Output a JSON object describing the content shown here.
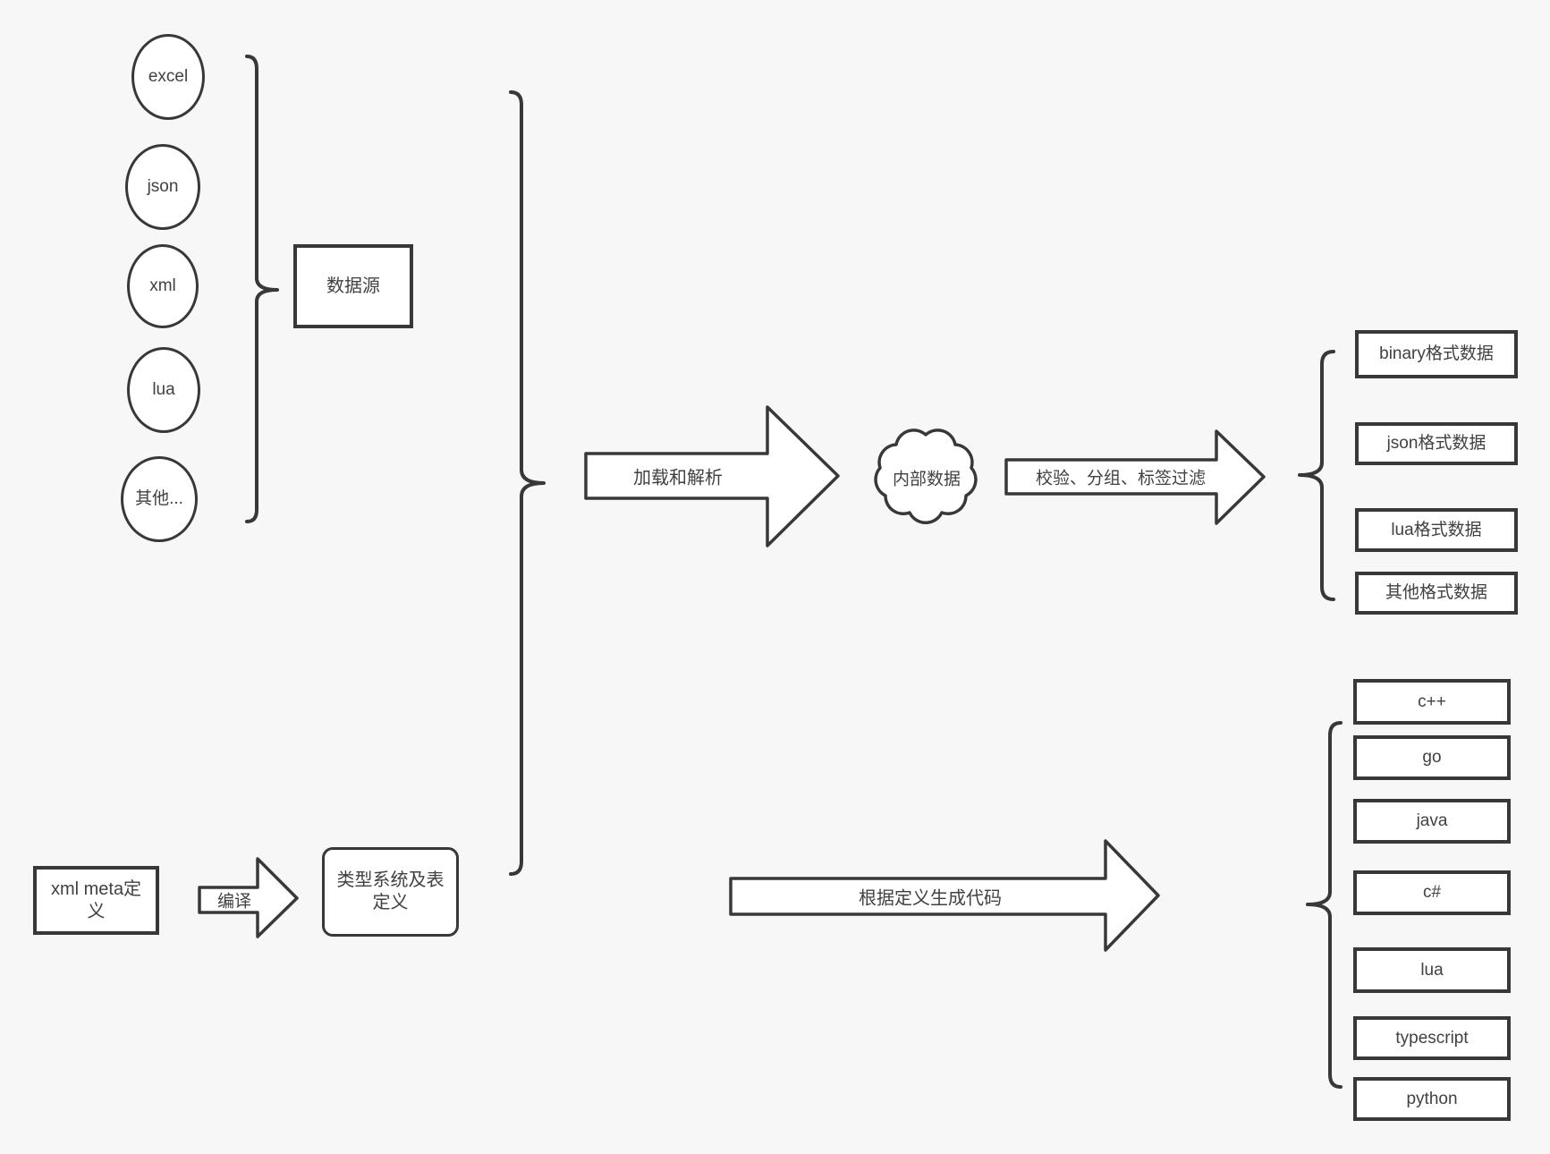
{
  "diagram": {
    "colors": {
      "background": "#f7f7f7",
      "stroke": "#383838",
      "shape_fill": "#ffffff",
      "text": "#414141"
    },
    "sources": {
      "items": [
        "excel",
        "json",
        "xml",
        "lua",
        "其他..."
      ],
      "group_label": "数据源"
    },
    "pipeline": {
      "load_arrow_label": "加载和解析",
      "internal_data_label": "内部数据",
      "filter_arrow_label": "校验、分组、标签过滤",
      "outputs": [
        "binary格式数据",
        "json格式数据",
        "lua格式数据",
        "其他格式数据"
      ]
    },
    "meta": {
      "xml_meta_label": "xml meta定义",
      "compile_arrow_label": "编译",
      "type_system_label": "类型系统及表定义",
      "codegen_arrow_label": "根据定义生成代码",
      "languages": [
        "c++",
        "go",
        "java",
        "c#",
        "lua",
        "typescript",
        "python"
      ]
    }
  }
}
